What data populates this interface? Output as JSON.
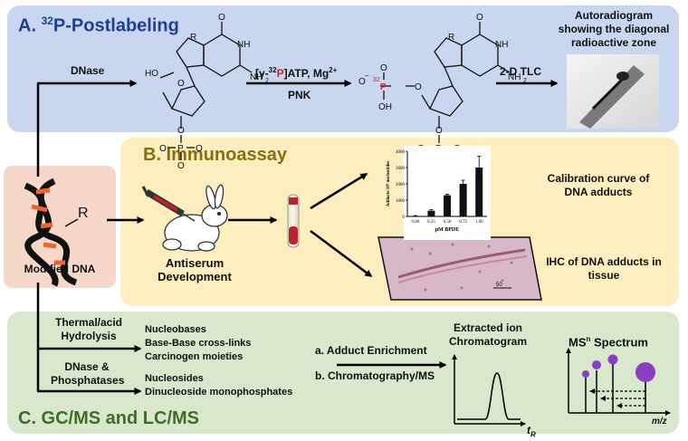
{
  "panel_a": {
    "title_letter": "A. ",
    "title_sup": "32",
    "title_rest": "P-Postlabeling",
    "dnase_label": "DNase",
    "reagent_prefix": "[γ-",
    "reagent_sup": "32",
    "reagent_p": "P",
    "reagent_suffix": "]ATP, Mg",
    "reagent_mg_sup": "2+",
    "pnk_label": "PNK",
    "tlc_label": "2-D TLC",
    "autoradiogram_label": "Autoradiogram showing the diagonal radioactive zone",
    "struct": {
      "r": "R",
      "o": "O",
      "n": "N",
      "nh": "NH",
      "nh2": "NH",
      "nh2_sub": "2",
      "ho": "HO",
      "oh": "OH",
      "p": "P",
      "p32_sup": "32",
      "o_minus": "O",
      "minus": "–"
    }
  },
  "panel_b": {
    "title": "B. Immunoassay",
    "antiserum_label": "Antiserum Development",
    "calibration_label": "Calibration curve of DNA adducts",
    "ihc_label": "IHC of DNA adducts in tissue",
    "ihc_scale_label": "50"
  },
  "panel_c": {
    "title": "C. GC/MS and LC/MS",
    "thermal_label": "Thermal/acid Hydrolysis",
    "dnase_phos_label": "DNase & Phosphatases",
    "nucleobases_list": [
      "Nucleobases",
      "Base-Base cross-links",
      "Carcinogen moieties"
    ],
    "nucleosides_list": [
      "Nucleosides",
      "Dinucleoside monophosphates"
    ],
    "step_a": "a. Adduct Enrichment",
    "step_b": "b. Chromatography/MS",
    "eic_label": "Extracted ion Chromatogram",
    "tr_label": "t",
    "tr_sub": "R",
    "msn_label": "MS",
    "msn_sup": "n",
    "msn_rest": " Spectrum",
    "mz_label": "m/z"
  },
  "modified_dna": {
    "label": "Modified DNA",
    "r_label": "R"
  },
  "chart_data": {
    "type": "bar",
    "categories": [
      "0.00",
      "0.25",
      "0.50",
      "0.75",
      "1.00"
    ],
    "values": [
      30,
      350,
      1300,
      2000,
      3000
    ],
    "errors": [
      20,
      60,
      60,
      220,
      700
    ],
    "ylim": [
      0,
      4000
    ],
    "yticks": [
      "0",
      "1000",
      "2000",
      "3000",
      "4000"
    ],
    "xlabel": "μM BPDE",
    "ylabel": "Adducts/10⁸ nucleotides",
    "bar_color": "#111111"
  },
  "colors": {
    "panel_a": "#c9d6ef",
    "panel_b": "#fdeebf",
    "panel_c": "#d9e8cd",
    "modified_dna": "#f7d7c9",
    "title_a": "#1f3f8f",
    "title_b": "#8a6d12",
    "title_c": "#3f6d2a",
    "radio_p": "#e0201a",
    "ms_peaks": "#8a3fc2"
  }
}
